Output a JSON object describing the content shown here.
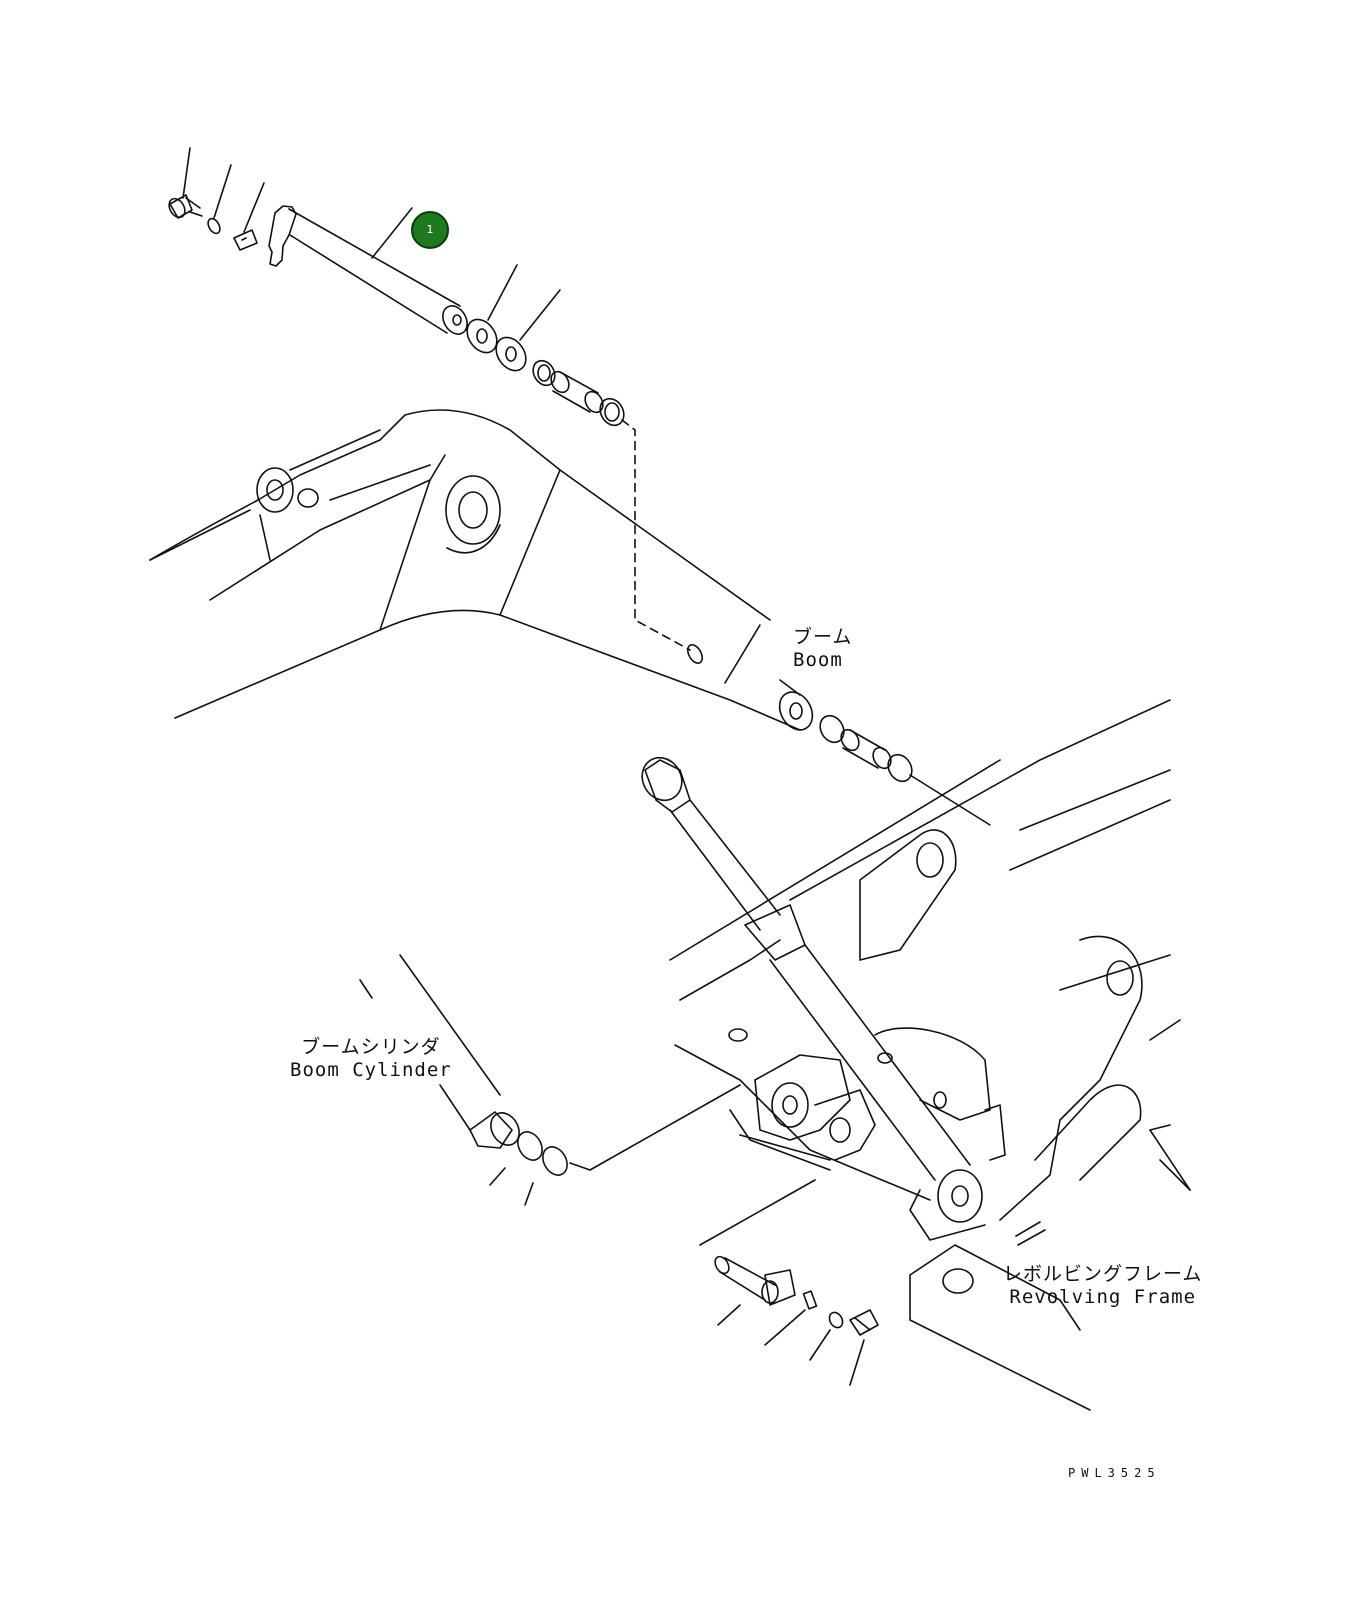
{
  "labels": {
    "boom_jp": "ブーム",
    "boom_en": "Boom",
    "cylinder_jp": "ブームシリンダ",
    "cylinder_en": "Boom Cylinder",
    "frame_jp": "レボルビングフレーム",
    "frame_en": "Revolving Frame",
    "drawing_code": "PWL3525"
  },
  "callouts": [
    {
      "number": "1",
      "part": "pin"
    }
  ],
  "colors": {
    "line": "#111111",
    "callout_fill": "#1f7a1f",
    "callout_border": "#0b3a0b",
    "background": "#ffffff"
  }
}
